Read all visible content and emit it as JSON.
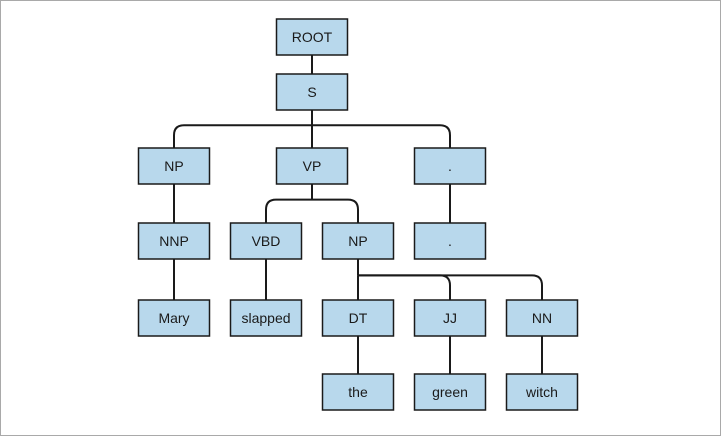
{
  "colors": {
    "node_fill": "#b8d8ec",
    "node_stroke": "#1a1a1a",
    "edge_stroke": "#1a1a1a",
    "frame_border": "#a9a9a9"
  },
  "tree": {
    "nodes": [
      {
        "id": "root",
        "label": "ROOT"
      },
      {
        "id": "s",
        "label": "S"
      },
      {
        "id": "np1",
        "label": "NP"
      },
      {
        "id": "vp",
        "label": "VP"
      },
      {
        "id": "dot1",
        "label": "."
      },
      {
        "id": "nnp",
        "label": "NNP"
      },
      {
        "id": "vbd",
        "label": "VBD"
      },
      {
        "id": "np2",
        "label": "NP"
      },
      {
        "id": "dot2",
        "label": "."
      },
      {
        "id": "mary",
        "label": "Mary"
      },
      {
        "id": "slapped",
        "label": "slapped"
      },
      {
        "id": "dt",
        "label": "DT"
      },
      {
        "id": "jj",
        "label": "JJ"
      },
      {
        "id": "nn",
        "label": "NN"
      },
      {
        "id": "the",
        "label": "the"
      },
      {
        "id": "green",
        "label": "green"
      },
      {
        "id": "witch",
        "label": "witch"
      }
    ],
    "edges": [
      [
        "root",
        "s"
      ],
      [
        "s",
        "np1"
      ],
      [
        "s",
        "vp"
      ],
      [
        "s",
        "dot1"
      ],
      [
        "np1",
        "nnp"
      ],
      [
        "nnp",
        "mary"
      ],
      [
        "vp",
        "vbd"
      ],
      [
        "vp",
        "np2"
      ],
      [
        "vbd",
        "slapped"
      ],
      [
        "np2",
        "dt"
      ],
      [
        "np2",
        "jj"
      ],
      [
        "np2",
        "nn"
      ],
      [
        "dt",
        "the"
      ],
      [
        "jj",
        "green"
      ],
      [
        "nn",
        "witch"
      ],
      [
        "dot1",
        "dot2"
      ]
    ]
  }
}
